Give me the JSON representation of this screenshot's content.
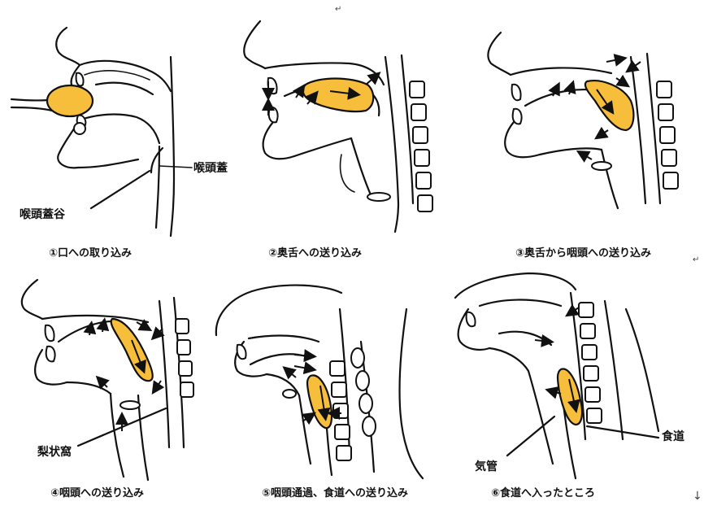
{
  "colors": {
    "bolus": "#F7BE3C",
    "line": "#111111",
    "background": "#ffffff"
  },
  "panels": [
    {
      "caption": "①口への取り込み"
    },
    {
      "caption": "②奥舌への送り込み"
    },
    {
      "caption": "③奥舌から咽頭への送り込み"
    },
    {
      "caption": "④咽頭への送り込み"
    },
    {
      "caption": "⑤咽頭通過、食道への送り込み"
    },
    {
      "caption": "⑥食道へ入ったところ"
    }
  ],
  "labels": {
    "epiglottis": "喉頭蓋",
    "vallecula": "喉頭蓋谷",
    "piriform_sinus": "梨状窩",
    "esophagus": "食道",
    "trachea": "気管"
  }
}
